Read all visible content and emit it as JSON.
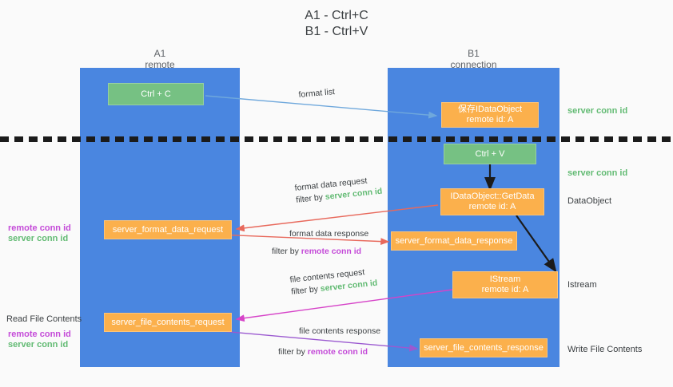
{
  "title": {
    "line1": "A1 - Ctrl+C",
    "line2": "B1 - Ctrl+V"
  },
  "columns": [
    {
      "name": "A1",
      "sub": "remote"
    },
    {
      "name": "B1",
      "sub": "connection"
    }
  ],
  "colors": {
    "lane": "#4a86e0",
    "green_box": "#76c183",
    "orange_box": "#fbb04c",
    "server_conn_id": "#63bb74",
    "remote_conn_id": "#c44ad8",
    "arrow_blue": "#6fa8dc",
    "arrow_red": "#e8695c",
    "arrow_magenta": "#d643c8",
    "arrow_purple": "#9b59d0",
    "arrow_black": "#1b1b1b"
  },
  "boxes": {
    "ctrl_c": {
      "label": "Ctrl + C"
    },
    "save_idataobject": {
      "line1": "保存IDataObject",
      "line2": "remote id: A"
    },
    "ctrl_v": {
      "label": "Ctrl + V"
    },
    "getdata": {
      "line1": "IDataObject::GetData",
      "line2": "remote id: A"
    },
    "istream": {
      "line1": "IStream",
      "line2": "remote id: A"
    },
    "server_format_data_request": {
      "label": "server_format_data_request"
    },
    "server_format_data_response": {
      "label": "server_format_data_response"
    },
    "server_file_contents_request": {
      "label": "server_file_contents_request"
    },
    "server_file_contents_response": {
      "label": "server_file_contents_response"
    }
  },
  "annotations": {
    "format_list": "format list",
    "format_data_request": "format data request",
    "format_data_request_filter_prefix": "filter by ",
    "format_data_request_filter_key": "server conn id",
    "format_data_response": "format data response",
    "format_data_response_filter_prefix": "filter by ",
    "format_data_response_filter_key": "remote conn id",
    "file_contents_request": "file contents request",
    "file_contents_request_filter_prefix": "filter by ",
    "file_contents_request_filter_key": "server conn id",
    "file_contents_response": "file contents response",
    "file_contents_response_filter_prefix": "filter by ",
    "file_contents_response_filter_key": "remote conn id"
  },
  "right_labels": {
    "server_conn_id_top": "server conn id",
    "server_conn_id_mid": "server conn id",
    "dataobject": "DataObject",
    "istream": "Istream",
    "write_file_contents": "Write File Contents"
  },
  "left_labels": {
    "remote_conn_id_1": "remote conn id",
    "server_conn_id_1": "server conn id",
    "read_file_contents": "Read File Contents",
    "remote_conn_id_2": "remote conn id",
    "server_conn_id_2": "server conn id"
  }
}
